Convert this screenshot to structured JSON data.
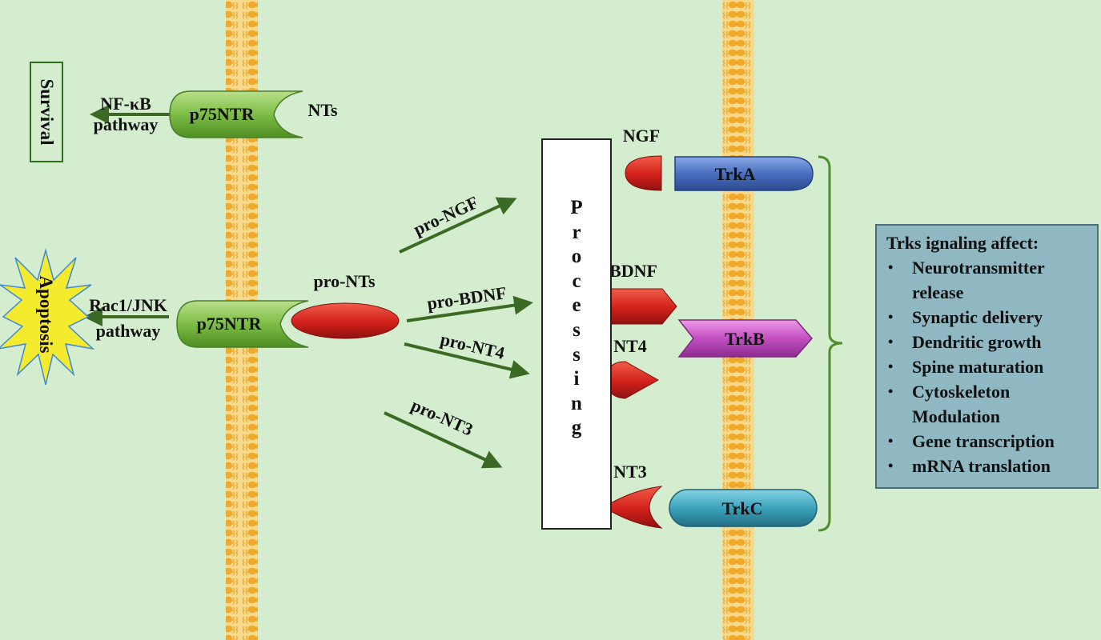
{
  "outcomes": {
    "survival": "Survival",
    "apoptosis": "Apoptosis"
  },
  "pathways": {
    "nfkb": {
      "name": "NF-κB",
      "suffix": "pathway"
    },
    "jnk": {
      "name": "Rac1/JNK",
      "suffix": "pathway"
    }
  },
  "receptors": {
    "p75_top": "p75NTR",
    "p75_bottom": "p75NTR",
    "trka": "TrkA",
    "trkb": "TrkB",
    "trkc": "TrkC"
  },
  "ligands": {
    "nts": "NTs",
    "pro_nts": "pro-NTs",
    "ngf": "NGF",
    "bdnf": "BDNF",
    "nt4": "NT4",
    "nt3": "NT3"
  },
  "precursors": {
    "pro_ngf": "pro-NGF",
    "pro_bdnf": "pro-BDNF",
    "pro_nt4": "pro-NT4",
    "pro_nt3": "pro-NT3"
  },
  "processing": [
    "P",
    "r",
    "o",
    "c",
    "e",
    "s",
    "s",
    "i",
    "n",
    "g"
  ],
  "effects": {
    "title": "Trks ignaling affect:",
    "items": [
      "Neurotransmitter release",
      "Synaptic delivery",
      "Dendritic growth",
      "Spine maturation",
      "Cytoskeleton Modulation",
      "Gene transcription",
      "mRNA translation"
    ]
  },
  "colors": {
    "background": "#d5edcf",
    "membrane": "#f1b532",
    "receptor_p75": "#7fc04a",
    "ligand": "#d6241a",
    "trka": "#4a6fc0",
    "trkb": "#c24fc2",
    "trkc": "#3ba3bc",
    "arrow": "#3b6a25",
    "apoptosis_star": "#f4ea2e",
    "effects_box": "#8fb8c3"
  }
}
